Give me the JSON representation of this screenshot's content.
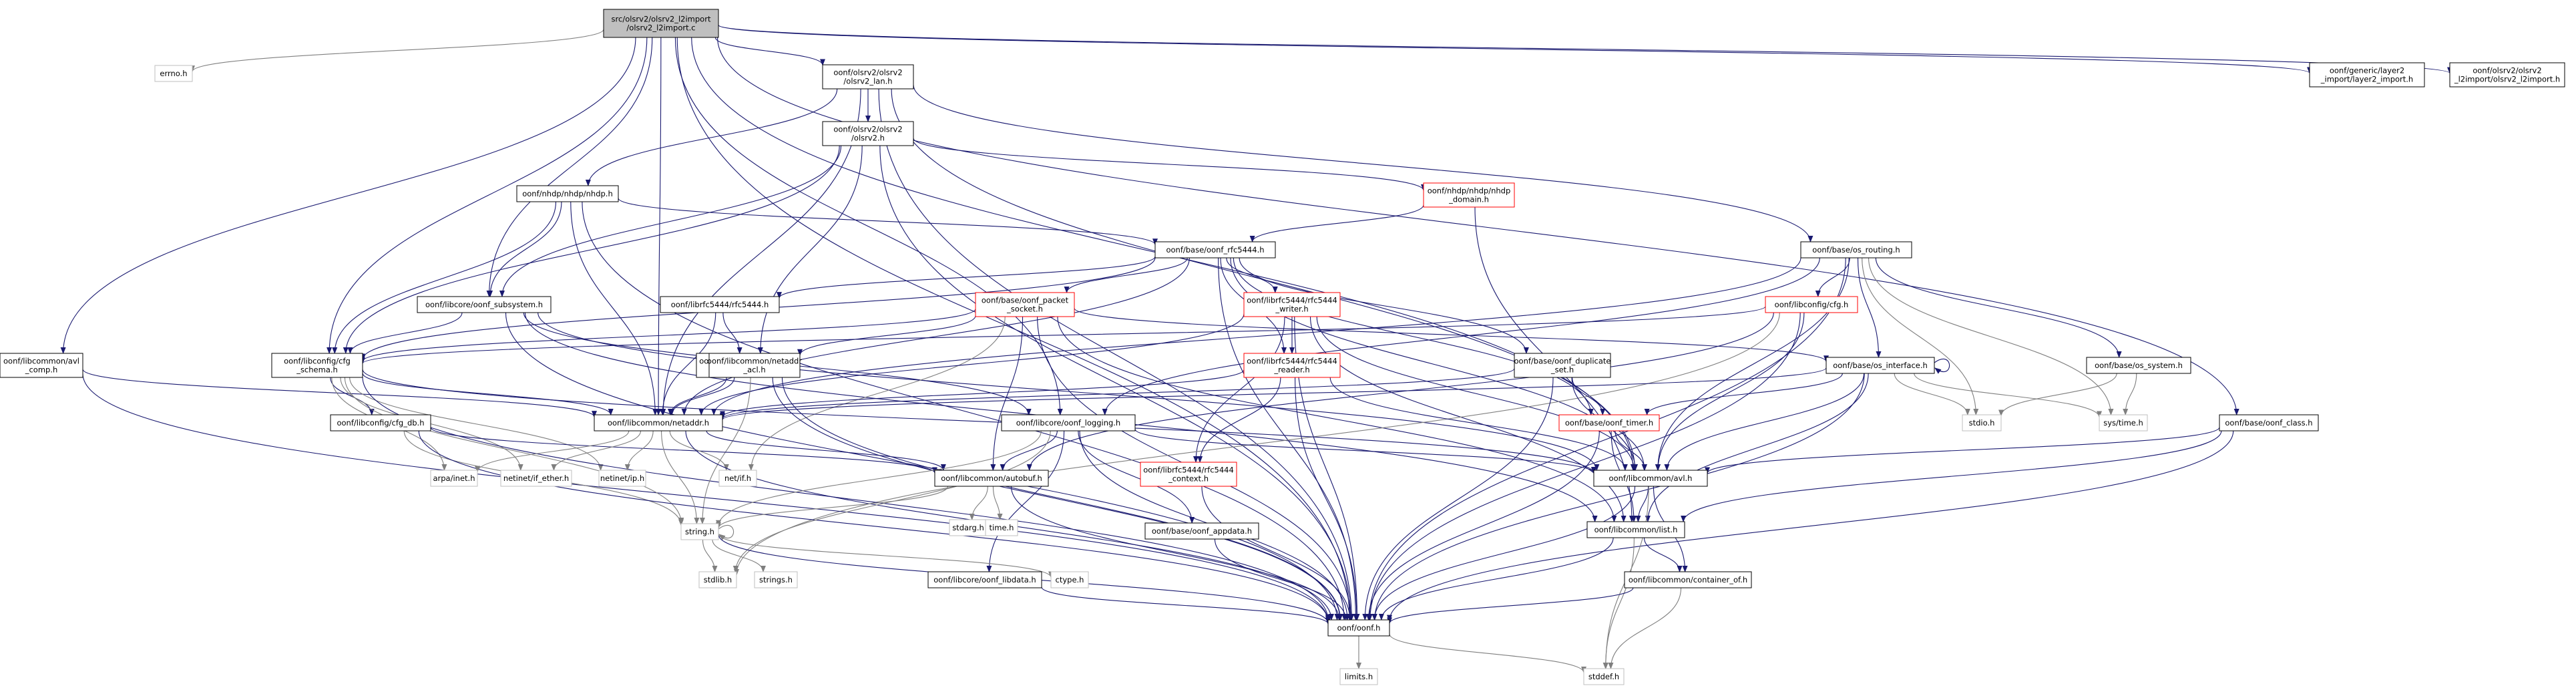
{
  "graph": {
    "type": "include-dependency-graph",
    "root": "n0",
    "nodes": [
      {
        "id": "n0",
        "label": "src/olsrv2/olsrv2_l2import/olsrv2_l2import.c",
        "lines": [
          "src/olsrv2/olsrv2_l2import",
          "/olsrv2_l2import.c"
        ],
        "style": "root"
      },
      {
        "id": "n1",
        "label": "errno.h",
        "lines": [
          "errno.h"
        ],
        "style": "grey"
      },
      {
        "id": "n2",
        "label": "oonf/olsrv2/olsrv2/olsrv2_lan.h",
        "lines": [
          "oonf/olsrv2/olsrv2",
          "/olsrv2_lan.h"
        ],
        "style": "black"
      },
      {
        "id": "n3",
        "label": "oonf/generic/layer2_import/layer2_import.h",
        "lines": [
          "oonf/generic/layer2",
          "_import/layer2_import.h"
        ],
        "style": "black"
      },
      {
        "id": "n4",
        "label": "oonf/olsrv2/olsrv2_l2import/olsrv2_l2import.h",
        "lines": [
          "oonf/olsrv2/olsrv2",
          "_l2import/olsrv2_l2import.h"
        ],
        "style": "black"
      },
      {
        "id": "n5",
        "label": "oonf/olsrv2/olsrv2/olsrv2.h",
        "lines": [
          "oonf/olsrv2/olsrv2",
          "/olsrv2.h"
        ],
        "style": "black"
      },
      {
        "id": "n6",
        "label": "oonf/nhdp/nhdp/nhdp.h",
        "lines": [
          "oonf/nhdp/nhdp/nhdp.h"
        ],
        "style": "black"
      },
      {
        "id": "n7",
        "label": "oonf/nhdp/nhdp/nhdp_domain.h",
        "lines": [
          "oonf/nhdp/nhdp/nhdp",
          "_domain.h"
        ],
        "style": "red"
      },
      {
        "id": "n8",
        "label": "oonf/base/oonf_rfc5444.h",
        "lines": [
          "oonf/base/oonf_rfc5444.h"
        ],
        "style": "black"
      },
      {
        "id": "n9",
        "label": "oonf/base/os_routing.h",
        "lines": [
          "oonf/base/os_routing.h"
        ],
        "style": "black"
      },
      {
        "id": "n10",
        "label": "oonf/libcore/oonf_subsystem.h",
        "lines": [
          "oonf/libcore/oonf_subsystem.h"
        ],
        "style": "black"
      },
      {
        "id": "n11",
        "label": "oonf/librfc5444/rfc5444.h",
        "lines": [
          "oonf/librfc5444/rfc5444.h"
        ],
        "style": "black"
      },
      {
        "id": "n12",
        "label": "oonf/base/oonf_packet_socket.h",
        "lines": [
          "oonf/base/oonf_packet",
          "_socket.h"
        ],
        "style": "red"
      },
      {
        "id": "n13",
        "label": "oonf/librfc5444/rfc5444_writer.h",
        "lines": [
          "oonf/librfc5444/rfc5444",
          "_writer.h"
        ],
        "style": "red"
      },
      {
        "id": "n14",
        "label": "oonf/libconfig/cfg.h",
        "lines": [
          "oonf/libconfig/cfg.h"
        ],
        "style": "red"
      },
      {
        "id": "n15",
        "label": "oonf/libcommon/avl_comp.h",
        "lines": [
          "oonf/libcommon/avl",
          "_comp.h"
        ],
        "style": "black"
      },
      {
        "id": "n16",
        "label": "oonf/libconfig/cfg_schema.h",
        "lines": [
          "oonf/libconfig/cfg",
          "_schema.h"
        ],
        "style": "black"
      },
      {
        "id": "n17",
        "label": "oonf/librfc5444/rfc5444_iana.h",
        "lines": [
          "oonf/librfc5444/rfc5444",
          "_iana.h"
        ],
        "style": "black"
      },
      {
        "id": "n18",
        "label": "oonf/libcommon/netaddr_acl.h",
        "lines": [
          "oonf/libcommon/netaddr",
          "_acl.h"
        ],
        "style": "black"
      },
      {
        "id": "n19",
        "label": "oonf/librfc5444/rfc5444_reader.h",
        "lines": [
          "oonf/librfc5444/rfc5444",
          "_reader.h"
        ],
        "style": "red"
      },
      {
        "id": "n20",
        "label": "oonf/base/oonf_duplicate_set.h",
        "lines": [
          "oonf/base/oonf_duplicate",
          "_set.h"
        ],
        "style": "black"
      },
      {
        "id": "n21",
        "label": "oonf/base/os_interface.h",
        "lines": [
          "oonf/base/os_interface.h"
        ],
        "style": "black"
      },
      {
        "id": "n22",
        "label": "oonf/base/os_system.h",
        "lines": [
          "oonf/base/os_system.h"
        ],
        "style": "black"
      },
      {
        "id": "n23",
        "label": "oonf/libconfig/cfg_db.h",
        "lines": [
          "oonf/libconfig/cfg_db.h"
        ],
        "style": "black"
      },
      {
        "id": "n24",
        "label": "oonf/libcommon/netaddr.h",
        "lines": [
          "oonf/libcommon/netaddr.h"
        ],
        "style": "black"
      },
      {
        "id": "n25",
        "label": "oonf/libcore/oonf_logging.h",
        "lines": [
          "oonf/libcore/oonf_logging.h"
        ],
        "style": "black"
      },
      {
        "id": "n26",
        "label": "oonf/librfc5444/rfc5444_context.h",
        "lines": [
          "oonf/librfc5444/rfc5444",
          "_context.h"
        ],
        "style": "red"
      },
      {
        "id": "n27",
        "label": "oonf/base/oonf_timer.h",
        "lines": [
          "oonf/base/oonf_timer.h"
        ],
        "style": "red"
      },
      {
        "id": "n28",
        "label": "stdio.h",
        "lines": [
          "stdio.h"
        ],
        "style": "grey"
      },
      {
        "id": "n29",
        "label": "sys/time.h",
        "lines": [
          "sys/time.h"
        ],
        "style": "grey"
      },
      {
        "id": "n30",
        "label": "oonf/base/oonf_class.h",
        "lines": [
          "oonf/base/oonf_class.h"
        ],
        "style": "black"
      },
      {
        "id": "n31",
        "label": "arpa/inet.h",
        "lines": [
          "arpa/inet.h"
        ],
        "style": "grey"
      },
      {
        "id": "n32",
        "label": "netinet/if_ether.h",
        "lines": [
          "netinet/if_ether.h"
        ],
        "style": "grey"
      },
      {
        "id": "n33",
        "label": "netinet/ip.h",
        "lines": [
          "netinet/ip.h"
        ],
        "style": "grey"
      },
      {
        "id": "n34",
        "label": "net/if.h",
        "lines": [
          "net/if.h"
        ],
        "style": "grey"
      },
      {
        "id": "n35",
        "label": "oonf/libcommon/autobuf.h",
        "lines": [
          "oonf/libcommon/autobuf.h"
        ],
        "style": "black"
      },
      {
        "id": "n36",
        "label": "oonf/libcommon/avl.h",
        "lines": [
          "oonf/libcommon/avl.h"
        ],
        "style": "black"
      },
      {
        "id": "n37",
        "label": "string.h",
        "lines": [
          "string.h"
        ],
        "style": "grey"
      },
      {
        "id": "n38",
        "label": "stdarg.h",
        "lines": [
          "stdarg.h"
        ],
        "style": "grey"
      },
      {
        "id": "n39",
        "label": "time.h",
        "lines": [
          "time.h"
        ],
        "style": "grey"
      },
      {
        "id": "n40",
        "label": "oonf/base/oonf_appdata.h",
        "lines": [
          "oonf/base/oonf_appdata.h"
        ],
        "style": "black"
      },
      {
        "id": "n41",
        "label": "oonf/libcommon/list.h",
        "lines": [
          "oonf/libcommon/list.h"
        ],
        "style": "black"
      },
      {
        "id": "n42",
        "label": "stdlib.h",
        "lines": [
          "stdlib.h"
        ],
        "style": "grey"
      },
      {
        "id": "n43",
        "label": "strings.h",
        "lines": [
          "strings.h"
        ],
        "style": "grey"
      },
      {
        "id": "n44",
        "label": "ctype.h",
        "lines": [
          "ctype.h"
        ],
        "style": "grey"
      },
      {
        "id": "n45",
        "label": "oonf/libcore/oonf_libdata.h",
        "lines": [
          "oonf/libcore/oonf_libdata.h"
        ],
        "style": "black"
      },
      {
        "id": "n46",
        "label": "oonf/libcommon/container_of.h",
        "lines": [
          "oonf/libcommon/container_of.h"
        ],
        "style": "black"
      },
      {
        "id": "n47",
        "label": "oonf/oonf.h",
        "lines": [
          "oonf/oonf.h"
        ],
        "style": "black"
      },
      {
        "id": "n48",
        "label": "limits.h",
        "lines": [
          "limits.h"
        ],
        "style": "grey"
      },
      {
        "id": "n49",
        "label": "stddef.h",
        "lines": [
          "stddef.h"
        ],
        "style": "grey"
      }
    ],
    "edges": [
      [
        "n0",
        "n1"
      ],
      [
        "n0",
        "n2"
      ],
      [
        "n0",
        "n3"
      ],
      [
        "n0",
        "n4"
      ],
      [
        "n0",
        "n10"
      ],
      [
        "n0",
        "n15"
      ],
      [
        "n0",
        "n16"
      ],
      [
        "n0",
        "n24"
      ],
      [
        "n0",
        "n25"
      ],
      [
        "n0",
        "n30"
      ],
      [
        "n0",
        "n36"
      ],
      [
        "n0",
        "n47"
      ],
      [
        "n2",
        "n5"
      ],
      [
        "n2",
        "n6"
      ],
      [
        "n2",
        "n9"
      ],
      [
        "n2",
        "n24"
      ],
      [
        "n2",
        "n36"
      ],
      [
        "n2",
        "n47"
      ],
      [
        "n5",
        "n7"
      ],
      [
        "n5",
        "n10"
      ],
      [
        "n5",
        "n18"
      ],
      [
        "n5",
        "n16"
      ],
      [
        "n5",
        "n47"
      ],
      [
        "n6",
        "n8"
      ],
      [
        "n6",
        "n10"
      ],
      [
        "n6",
        "n24"
      ],
      [
        "n6",
        "n16"
      ],
      [
        "n6",
        "n47"
      ],
      [
        "n7",
        "n8"
      ],
      [
        "n7",
        "n41"
      ],
      [
        "n8",
        "n11"
      ],
      [
        "n8",
        "n12"
      ],
      [
        "n8",
        "n13"
      ],
      [
        "n8",
        "n19"
      ],
      [
        "n8",
        "n20"
      ],
      [
        "n8",
        "n27"
      ],
      [
        "n8",
        "n16"
      ],
      [
        "n8",
        "n24"
      ],
      [
        "n8",
        "n36"
      ],
      [
        "n8",
        "n47"
      ],
      [
        "n9",
        "n14"
      ],
      [
        "n9",
        "n21"
      ],
      [
        "n9",
        "n22"
      ],
      [
        "n9",
        "n25"
      ],
      [
        "n9",
        "n24"
      ],
      [
        "n9",
        "n28"
      ],
      [
        "n9",
        "n29"
      ],
      [
        "n9",
        "n36"
      ],
      [
        "n9",
        "n47"
      ],
      [
        "n10",
        "n16"
      ],
      [
        "n10",
        "n25"
      ],
      [
        "n10",
        "n36"
      ],
      [
        "n10",
        "n41"
      ],
      [
        "n10",
        "n47"
      ],
      [
        "n11",
        "n17"
      ],
      [
        "n11",
        "n24"
      ],
      [
        "n12",
        "n21"
      ],
      [
        "n12",
        "n18"
      ],
      [
        "n12",
        "n16"
      ],
      [
        "n12",
        "n35"
      ],
      [
        "n12",
        "n34"
      ],
      [
        "n12",
        "n41"
      ],
      [
        "n12",
        "n47"
      ],
      [
        "n13",
        "n19"
      ],
      [
        "n13",
        "n26"
      ],
      [
        "n13",
        "n24"
      ],
      [
        "n13",
        "n36"
      ],
      [
        "n13",
        "n41"
      ],
      [
        "n13",
        "n47"
      ],
      [
        "n14",
        "n16"
      ],
      [
        "n14",
        "n35"
      ],
      [
        "n14",
        "n36"
      ],
      [
        "n14",
        "n47"
      ],
      [
        "n14",
        "n42"
      ],
      [
        "n15",
        "n24"
      ],
      [
        "n15",
        "n47"
      ],
      [
        "n16",
        "n23"
      ],
      [
        "n16",
        "n24"
      ],
      [
        "n16",
        "n31"
      ],
      [
        "n16",
        "n32"
      ],
      [
        "n16",
        "n33"
      ],
      [
        "n16",
        "n36"
      ],
      [
        "n16",
        "n37"
      ],
      [
        "n16",
        "n47"
      ],
      [
        "n17",
        "n24"
      ],
      [
        "n17",
        "n47"
      ],
      [
        "n18",
        "n24"
      ],
      [
        "n18",
        "n37"
      ],
      [
        "n18",
        "n47"
      ],
      [
        "n19",
        "n26"
      ],
      [
        "n19",
        "n24"
      ],
      [
        "n19",
        "n36"
      ],
      [
        "n19",
        "n47"
      ],
      [
        "n20",
        "n27"
      ],
      [
        "n20",
        "n36"
      ],
      [
        "n20",
        "n47"
      ],
      [
        "n20",
        "n24"
      ],
      [
        "n21",
        "n21"
      ],
      [
        "n21",
        "n24"
      ],
      [
        "n21",
        "n27"
      ],
      [
        "n21",
        "n28"
      ],
      [
        "n21",
        "n29"
      ],
      [
        "n21",
        "n36"
      ],
      [
        "n21",
        "n41"
      ],
      [
        "n21",
        "n47"
      ],
      [
        "n22",
        "n28"
      ],
      [
        "n22",
        "n29"
      ],
      [
        "n23",
        "n35"
      ],
      [
        "n23",
        "n37"
      ],
      [
        "n23",
        "n47"
      ],
      [
        "n24",
        "n31"
      ],
      [
        "n24",
        "n32"
      ],
      [
        "n24",
        "n33"
      ],
      [
        "n24",
        "n34"
      ],
      [
        "n24",
        "n35"
      ],
      [
        "n24",
        "n37"
      ],
      [
        "n24",
        "n47"
      ],
      [
        "n25",
        "n35"
      ],
      [
        "n25",
        "n36"
      ],
      [
        "n25",
        "n37"
      ],
      [
        "n25",
        "n40"
      ],
      [
        "n25",
        "n45"
      ],
      [
        "n25",
        "n42"
      ],
      [
        "n25",
        "n47"
      ],
      [
        "n26",
        "n47"
      ],
      [
        "n27",
        "n36"
      ],
      [
        "n27",
        "n41"
      ],
      [
        "n27",
        "n47"
      ],
      [
        "n30",
        "n36"
      ],
      [
        "n30",
        "n41"
      ],
      [
        "n30",
        "n47"
      ],
      [
        "n35",
        "n37"
      ],
      [
        "n35",
        "n38"
      ],
      [
        "n35",
        "n39"
      ],
      [
        "n35",
        "n47"
      ],
      [
        "n36",
        "n41"
      ],
      [
        "n36",
        "n46"
      ],
      [
        "n36",
        "n47"
      ],
      [
        "n36",
        "n49"
      ],
      [
        "n37",
        "n37"
      ],
      [
        "n37",
        "n42"
      ],
      [
        "n37",
        "n43"
      ],
      [
        "n37",
        "n44"
      ],
      [
        "n37",
        "n47"
      ],
      [
        "n40",
        "n47"
      ],
      [
        "n41",
        "n46"
      ],
      [
        "n41",
        "n47"
      ],
      [
        "n41",
        "n49"
      ],
      [
        "n45",
        "n47"
      ],
      [
        "n46",
        "n47"
      ],
      [
        "n46",
        "n49"
      ],
      [
        "n47",
        "n48"
      ],
      [
        "n47",
        "n49"
      ]
    ]
  }
}
